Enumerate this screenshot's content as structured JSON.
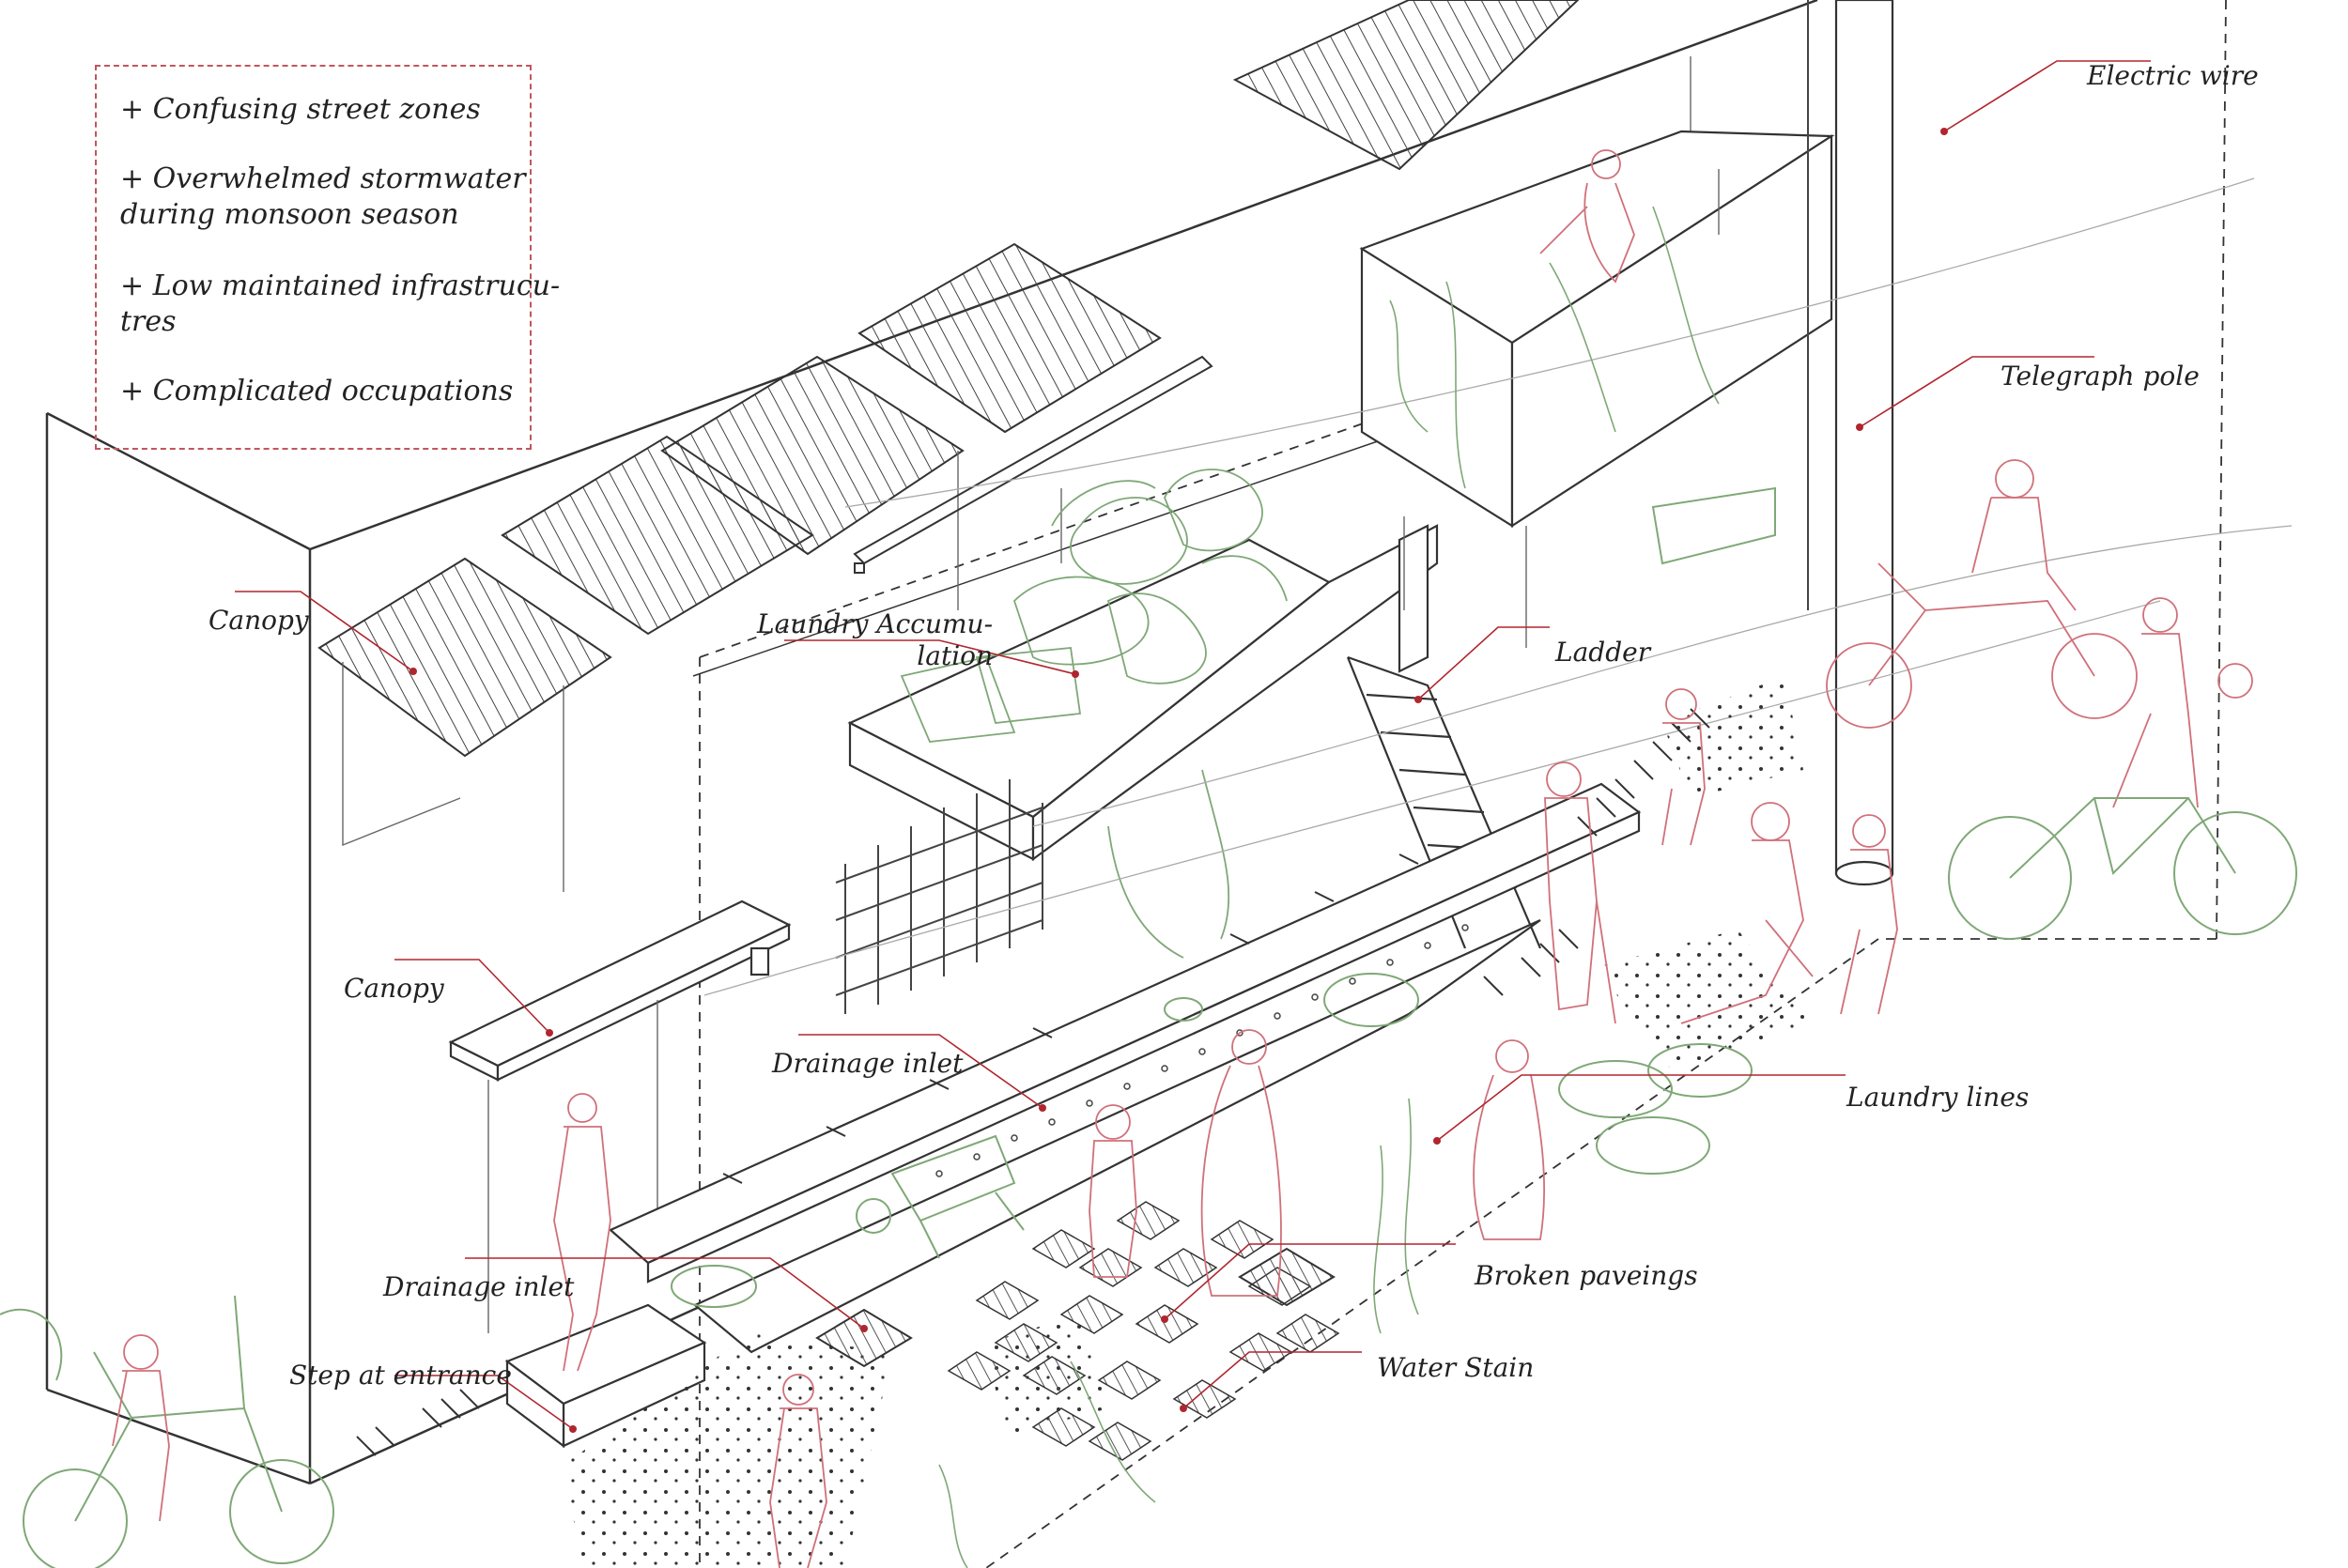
{
  "issues": [
    "+ Confusing street zones",
    "+ Overwhelmed stormwater\nduring monsoon season",
    "+ Low maintained infrastrucu-\ntres",
    "+ Complicated occupations"
  ],
  "labels": {
    "canopy_upper": "Canopy",
    "canopy_lower": "Canopy",
    "laundry_accumulation": "Laundry Accumu-\nlation",
    "ladder": "Ladder",
    "electric_wire": "Electric wire",
    "telegraph_pole": "Telegraph pole",
    "drainage_inlet_mid": "Drainage inlet",
    "drainage_inlet_low": "Drainage inlet",
    "laundry_lines": "Laundry lines",
    "step_at_entrance": "Step at entrance",
    "broken_paveings": "Broken paveings",
    "water_stain": "Water Stain"
  },
  "colors": {
    "leader": "#b0262e",
    "figure_red": "#d0707a",
    "figure_green": "#7fa877",
    "line": "#333333",
    "box_border": "#c0565e"
  }
}
